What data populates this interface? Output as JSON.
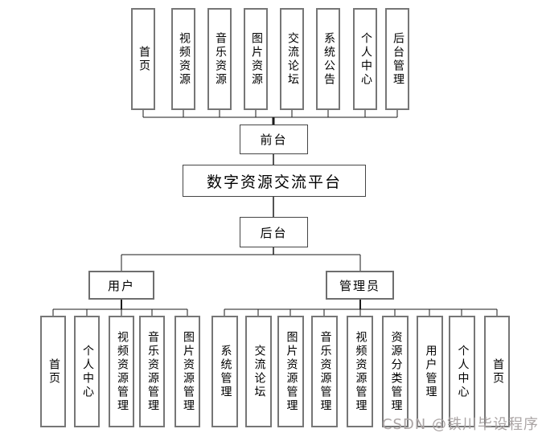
{
  "nodes": {
    "root": "数字资源交流平台",
    "front": "前台",
    "back": "后台",
    "user": "用户",
    "admin": "管理员"
  },
  "front_children": [
    "首页",
    "视频资源",
    "音乐资源",
    "图片资源",
    "交流论坛",
    "系统公告",
    "个人中心",
    "后台管理"
  ],
  "user_children": [
    "首页",
    "个人中心",
    "视频资源管理",
    "音乐资源管理",
    "图片资源管理"
  ],
  "admin_children": [
    "系统管理",
    "交流论坛",
    "图片资源管理",
    "音乐资源管理",
    "视频资源管理",
    "资源分类管理",
    "用户管理",
    "个人中心",
    "首页"
  ],
  "watermark": "CSDN @铁川毕设程序",
  "colors": {
    "background": "#ffffff",
    "box_border": "#767676",
    "line": "#1a1a1a",
    "text": "#000000",
    "watermark": "#aba5a5"
  }
}
